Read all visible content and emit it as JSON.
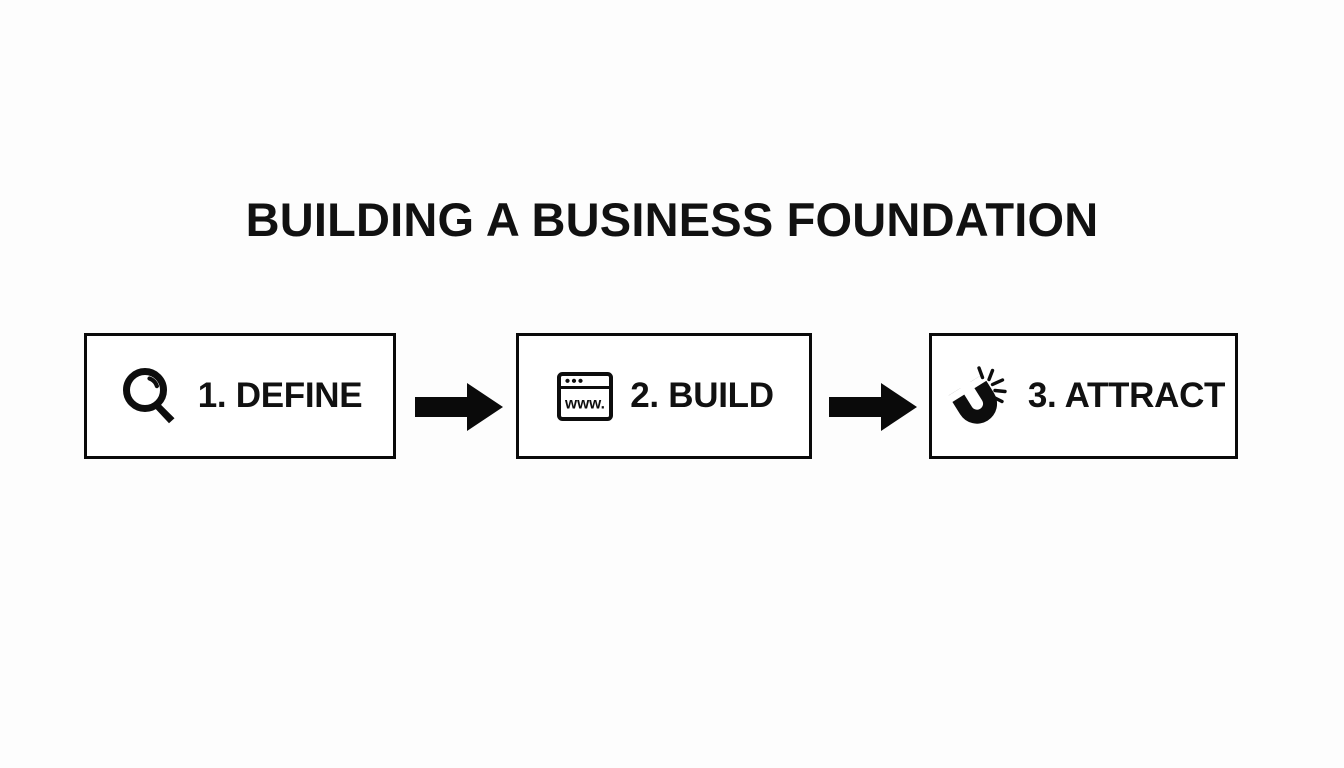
{
  "title": "BUILDING A BUSINESS FOUNDATION",
  "colors": {
    "background": "#fdfdfd",
    "ink": "#111111",
    "border": "#0a0a0a",
    "box_fill": "#ffffff"
  },
  "flow": {
    "steps": [
      {
        "id": "define",
        "label": "1. DEFINE",
        "icon": "magnifying-glass-icon"
      },
      {
        "id": "build",
        "label": "2. BUILD",
        "icon": "browser-window-icon",
        "icon_text": "www."
      },
      {
        "id": "attract",
        "label": "3. ATTRACT",
        "icon": "magnet-icon"
      }
    ],
    "connectors": [
      {
        "id": "arrow-1",
        "icon": "arrow-right-icon"
      },
      {
        "id": "arrow-2",
        "icon": "arrow-right-icon"
      }
    ]
  }
}
